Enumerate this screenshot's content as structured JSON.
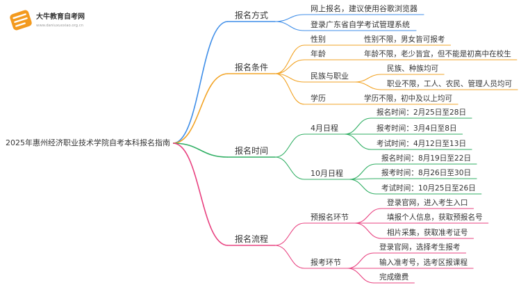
{
  "brand": {
    "name": "大牛教育自考网",
    "url": "www.daniuxuexiao.org.cn",
    "logo_icon": "book-logo-icon",
    "logo_color": "#f39a1e"
  },
  "mindmap": {
    "root": "2025年惠州经济职业技术学院自考本科报名指南",
    "branches": [
      {
        "label": "报名方式",
        "color": "#3f8ee8",
        "children": [
          {
            "label": "网上报名，建议使用谷歌浏览器"
          },
          {
            "label": "登录广东省自学考试管理系统"
          }
        ]
      },
      {
        "label": "报名条件",
        "color": "#f2a324",
        "children": [
          {
            "label": "性别",
            "children": [
              {
                "label": "性别不限，男女皆可报考"
              }
            ]
          },
          {
            "label": "年龄",
            "children": [
              {
                "label": "年龄不限，老少皆宜，但不能是初高中在校生"
              }
            ]
          },
          {
            "label": "民族与职业",
            "children": [
              {
                "label": "民族、种族均可"
              },
              {
                "label": "职业不限，工人、农民、管理人员均可"
              }
            ]
          },
          {
            "label": "学历",
            "children": [
              {
                "label": "学历不限，初中及以上均可"
              }
            ]
          }
        ]
      },
      {
        "label": "报名时间",
        "color": "#2eae62",
        "children": [
          {
            "label": "4月日程",
            "children": [
              {
                "label": "报名时间：2月25日至28日"
              },
              {
                "label": "报考时间：3月4日至8日"
              },
              {
                "label": "考试时间：4月12日至13日"
              }
            ]
          },
          {
            "label": "10月日程",
            "children": [
              {
                "label": "报名时间：8月19日至22日"
              },
              {
                "label": "报考时间：8月26日至30日"
              },
              {
                "label": "考试时间：10月25日至26日"
              }
            ]
          }
        ]
      },
      {
        "label": "报名流程",
        "color": "#e8407f",
        "children": [
          {
            "label": "预报名环节",
            "children": [
              {
                "label": "登录官网，进入考生入口"
              },
              {
                "label": "填报个人信息，获取预报名号"
              },
              {
                "label": "相片采集，获取准考证号"
              }
            ]
          },
          {
            "label": "报考环节",
            "children": [
              {
                "label": "登录官网，选择考生报考"
              },
              {
                "label": "输入准考号，选考区报课程"
              },
              {
                "label": "完成缴费"
              }
            ]
          }
        ]
      }
    ]
  }
}
